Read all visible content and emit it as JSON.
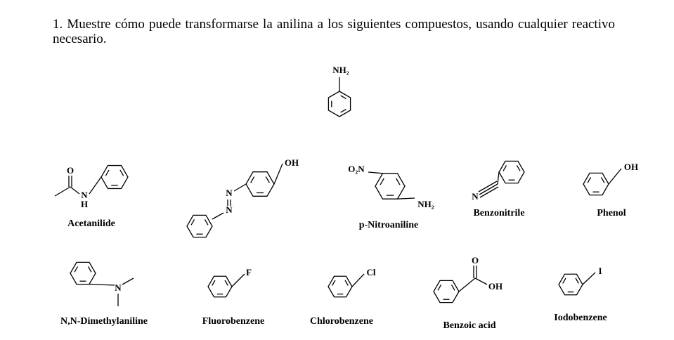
{
  "question": {
    "text": "1. Muestre cómo puede transformarse la anilina a los siguientes compuestos, usando cualquier reactivo necesario."
  },
  "start": {
    "group": "NH₂"
  },
  "compounds": [
    {
      "name": "Acetanilide",
      "atoms": [
        "O",
        "N",
        "H"
      ]
    },
    {
      "name": "",
      "atoms": [
        "OH",
        "N",
        "N"
      ]
    },
    {
      "name": "p-Nitroaniline",
      "atoms": [
        "O₂N",
        "NH₂"
      ]
    },
    {
      "name": "Benzonitrile",
      "atoms": [
        "N"
      ]
    },
    {
      "name": "Phenol",
      "atoms": [
        "OH"
      ]
    },
    {
      "name": "N,N-Dimethylaniline",
      "atoms": [
        "N"
      ]
    },
    {
      "name": "Fluorobenzene",
      "atoms": [
        "F"
      ]
    },
    {
      "name": "Chlorobenzene",
      "atoms": [
        "Cl"
      ]
    },
    {
      "name": "Benzoic acid",
      "atoms": [
        "O",
        "OH"
      ]
    },
    {
      "name": "Iodobenzene",
      "atoms": [
        "I"
      ]
    }
  ]
}
